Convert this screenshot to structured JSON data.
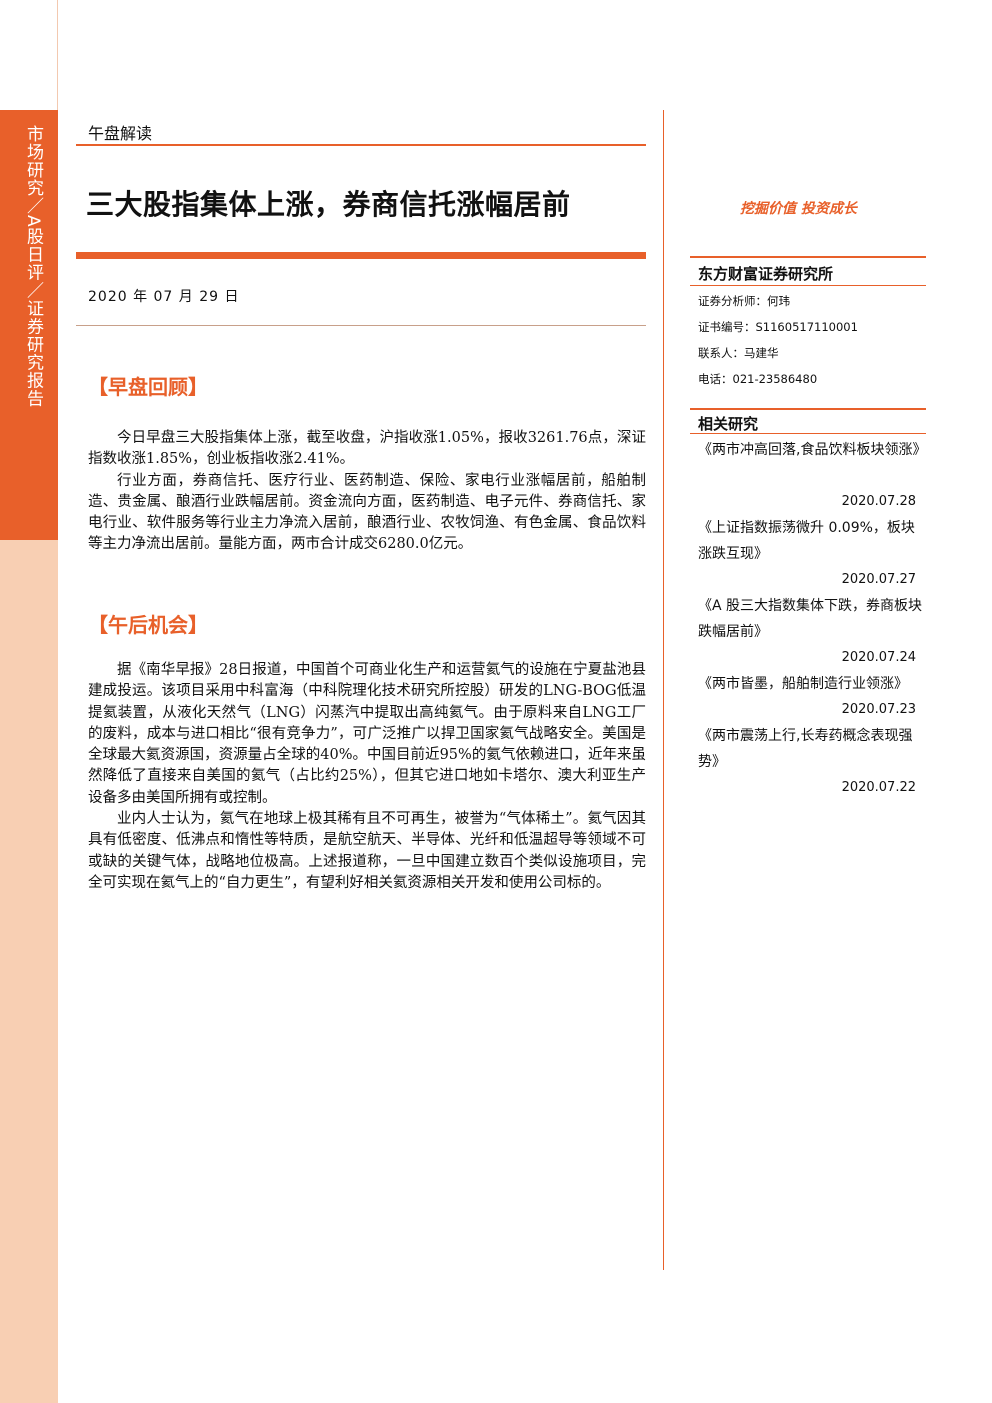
{
  "sidebar": {
    "text": "市场研究／A股日评／证券研究报告"
  },
  "header": {
    "category": "午盘解读",
    "title": "三大股指集体上涨，券商信托涨幅居前",
    "date": "2020 年 07 月 29 日",
    "slogan": "挖掘价值 投资成长"
  },
  "sections": [
    {
      "heading": "【早盘回顾】",
      "paragraphs": [
        "今日早盘三大股指集体上涨，截至收盘，沪指收涨1.05%，报收3261.76点，深证指数收涨1.85%，创业板指收涨2.41%。",
        "行业方面，券商信托、医疗行业、医药制造、保险、家电行业涨幅居前，船舶制造、贵金属、酿酒行业跌幅居前。资金流向方面，医药制造、电子元件、券商信托、家电行业、软件服务等行业主力净流入居前，酿酒行业、农牧饲渔、有色金属、食品饮料等主力净流出居前。量能方面，两市合计成交6280.0亿元。"
      ]
    },
    {
      "heading": "【午后机会】",
      "paragraphs": [
        "据《南华早报》28日报道，中国首个可商业化生产和运营氦气的设施在宁夏盐池县建成投运。该项目采用中科富海（中科院理化技术研究所控股）研发的LNG-BOG低温提氦装置，从液化天然气（LNG）闪蒸汽中提取出高纯氦气。由于原料来自LNG工厂的废料，成本与进口相比“很有竞争力”，可广泛推广以捍卫国家氦气战略安全。美国是全球最大氦资源国，资源量占全球的40%。中国目前近95%的氦气依赖进口，近年来虽然降低了直接来自美国的氦气（占比约25%），但其它进口地如卡塔尔、澳大利亚生产设备多由美国所拥有或控制。",
        "业内人士认为，氦气在地球上极其稀有且不可再生，被誉为“气体稀土”。氦气因其具有低密度、低沸点和惰性等特质，是航空航天、半导体、光纤和低温超导等领域不可或缺的关键气体，战略地位极高。上述报道称，一旦中国建立数百个类似设施项目，完全可实现在氦气上的“自力更生”，有望利好相关氦资源相关开发和使用公司标的。"
      ]
    }
  ],
  "right_panel": {
    "institute": "东方财富证券研究所",
    "analyst": "证券分析师：何玮",
    "cert": "证书编号：S1160517110001",
    "contact": "联系人：马建华",
    "phone": "电话：021-23586480",
    "related_heading": "相关研究",
    "related": [
      {
        "title": "《两市冲高回落,食品饮料板块领涨》",
        "date": "2020.07.28"
      },
      {
        "title": "《上证指数振荡微升 0.09%，板块涨跌互现》",
        "date": "2020.07.27"
      },
      {
        "title": "《A 股三大指数集体下跌，券商板块跌幅居前》",
        "date": "2020.07.24"
      },
      {
        "title": "《两市皆墨，船舶制造行业领涨》",
        "date": "2020.07.23"
      },
      {
        "title": "《两市震荡上行,长寿药概念表现强势》",
        "date": "2020.07.22"
      }
    ]
  },
  "colors": {
    "accent": "#e8602a",
    "sidebar_light": "#f8cfb3"
  }
}
